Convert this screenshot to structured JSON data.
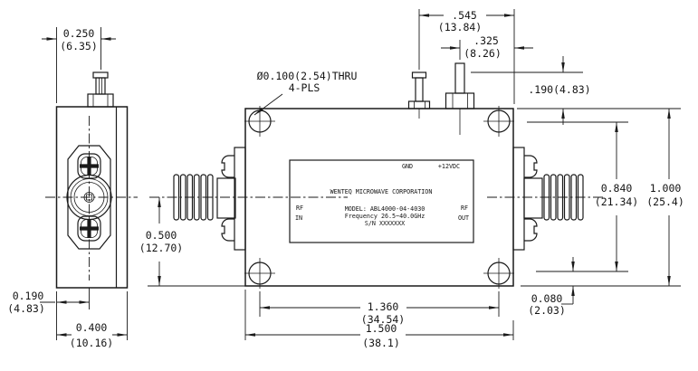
{
  "page": {
    "background": "#ffffff",
    "line_color": "#1a1a1a"
  },
  "note": {
    "diameter": "Ø0.100(2.54)THRU",
    "places": "4-PLS"
  },
  "front_view": {
    "dim_pin_offset_in": "0.250",
    "dim_pin_offset_mm": "(6.35)",
    "dim_conn_offset_in": "0.190",
    "dim_conn_offset_mm": "(4.83)",
    "dim_width_in": "0.400",
    "dim_width_mm": "(10.16)"
  },
  "top_view": {
    "dim_dc_pin1_in": ".545",
    "dim_dc_pin1_mm": "(13.84)",
    "dim_dc_pin2_in": ".325",
    "dim_dc_pin2_mm": "(8.26)",
    "dim_pin_height": ".190(4.83)",
    "dim_inner_height_in": "0.840",
    "dim_inner_height_mm": "(21.34)",
    "dim_height_in": "1.000",
    "dim_height_mm": "(25.4)",
    "dim_edge_in": "0.080",
    "dim_edge_mm": "(2.03)",
    "dim_hole_span_in": "1.360",
    "dim_hole_span_mm": "(34.54)",
    "dim_length_in": "1.500",
    "dim_length_mm": "(38.1)",
    "dim_center_in": "0.500",
    "dim_center_mm": "(12.70)"
  },
  "label": {
    "gnd": "GND",
    "power": "+12VDC",
    "company": "WENTEQ MICROWAVE CORPORATION",
    "rf_in_line1": "RF",
    "rf_in_line2": "IN",
    "model": "MODEL: ABL4000-04-4030",
    "frequency": "Frequency 26.5~40.0GHz",
    "serial": "S/N XXXXXXX",
    "rf_out_line1": "RF",
    "rf_out_line2": "OUT"
  }
}
